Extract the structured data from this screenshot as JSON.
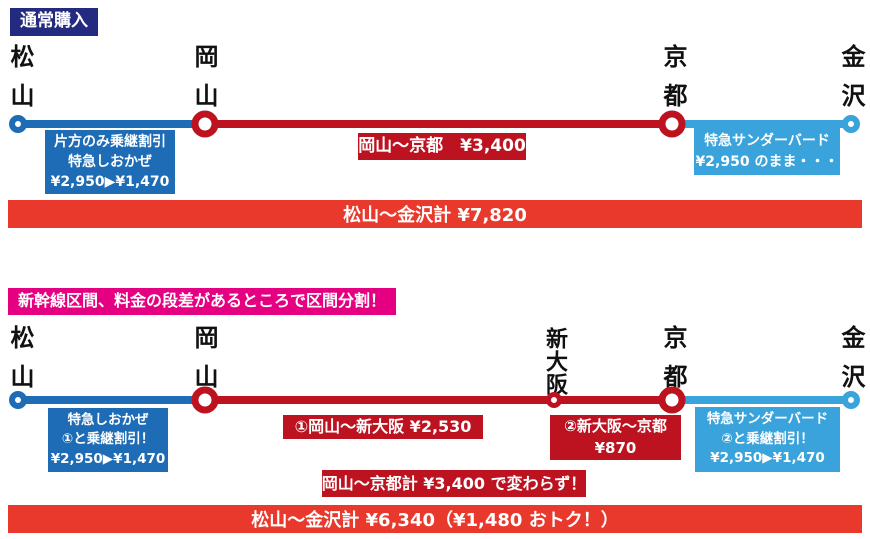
{
  "colors": {
    "navy": "#232a7f",
    "magenta": "#e50081",
    "dark_blue": "#1d6cb5",
    "light_blue": "#3ba3db",
    "crimson": "#bd1321",
    "bright_red": "#e8392c"
  },
  "top": {
    "tag": "通常購入",
    "stations": [
      "松山",
      "岡山",
      "京都",
      "金沢"
    ],
    "shiokaze_box": {
      "line1": "片方のみ乗継割引",
      "line2": "特急しおかぜ",
      "line3": "¥2,950▶¥1,470"
    },
    "fare_box": "岡山〜京都　¥3,400",
    "thunderbird_box": {
      "line1": "特急サンダーバード",
      "line2": "¥2,950 のまま・・・"
    },
    "total_banner": "松山〜金沢計 ¥7,820"
  },
  "bottom": {
    "tag": "新幹線区間、料金の段差があるところで区間分割！",
    "stations": [
      "松山",
      "岡山",
      "新大阪",
      "京都",
      "金沢"
    ],
    "shiokaze_box": {
      "line1": "特急しおかぜ",
      "line2": "①と乗継割引！",
      "line3": "¥2,950▶¥1,470"
    },
    "fare_box_1": "①岡山〜新大阪 ¥2,530",
    "fare_box_2": {
      "line1": "②新大阪〜京都",
      "line2": "¥870"
    },
    "thunderbird_box": {
      "line1": "特急サンダーバード",
      "line2": "②と乗継割引！",
      "line3": "¥2,950▶¥1,470"
    },
    "note_box": "岡山〜京都計 ¥3,400 で変わらず！",
    "total_banner": "松山〜金沢計 ¥6,340（¥1,480 おトク！）"
  }
}
